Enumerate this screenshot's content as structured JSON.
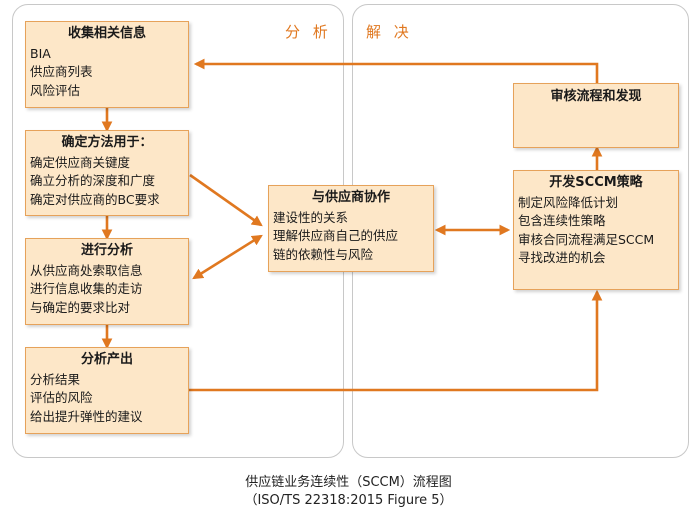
{
  "panels": {
    "analysis_label": "分 析",
    "resolve_label": "解 决"
  },
  "boxes": {
    "collect": {
      "title": "收集相关信息",
      "items": [
        "BIA",
        "供应商列表",
        "风险评估"
      ]
    },
    "method": {
      "title": "确定方法用于：",
      "items": [
        "确定供应商关键度",
        "确立分析的深度和广度",
        "确定对供应商的BC要求"
      ]
    },
    "perform": {
      "title": "进行分析",
      "items": [
        "从供应商处索取信息",
        "进行信息收集的走访",
        "与确定的要求比对"
      ]
    },
    "output": {
      "title": "分析产出",
      "items": [
        "分析结果",
        "评估的风险",
        "给出提升弹性的建议"
      ]
    },
    "collaborate": {
      "title": "与供应商协作",
      "items": [
        "建设性的关系",
        "理解供应商自己的供应",
        "链的依赖性与风险"
      ]
    },
    "audit": {
      "title": "审核流程和发现",
      "items": []
    },
    "strategy": {
      "title": "开发SCCM策略",
      "items": [
        "制定风险降低计划",
        "包含连续性策略",
        "审核合同流程满足SCCM",
        "寻找改进的机会"
      ]
    }
  },
  "caption": {
    "line1": "供应链业务连续性（SCCM）流程图",
    "line2": "（ISO/TS 22318:2015 Figure 5）"
  },
  "colors": {
    "box_fill": "#fde7c8",
    "box_border": "#e6a25a",
    "arrow": "#e07820",
    "label": "#e07820"
  }
}
